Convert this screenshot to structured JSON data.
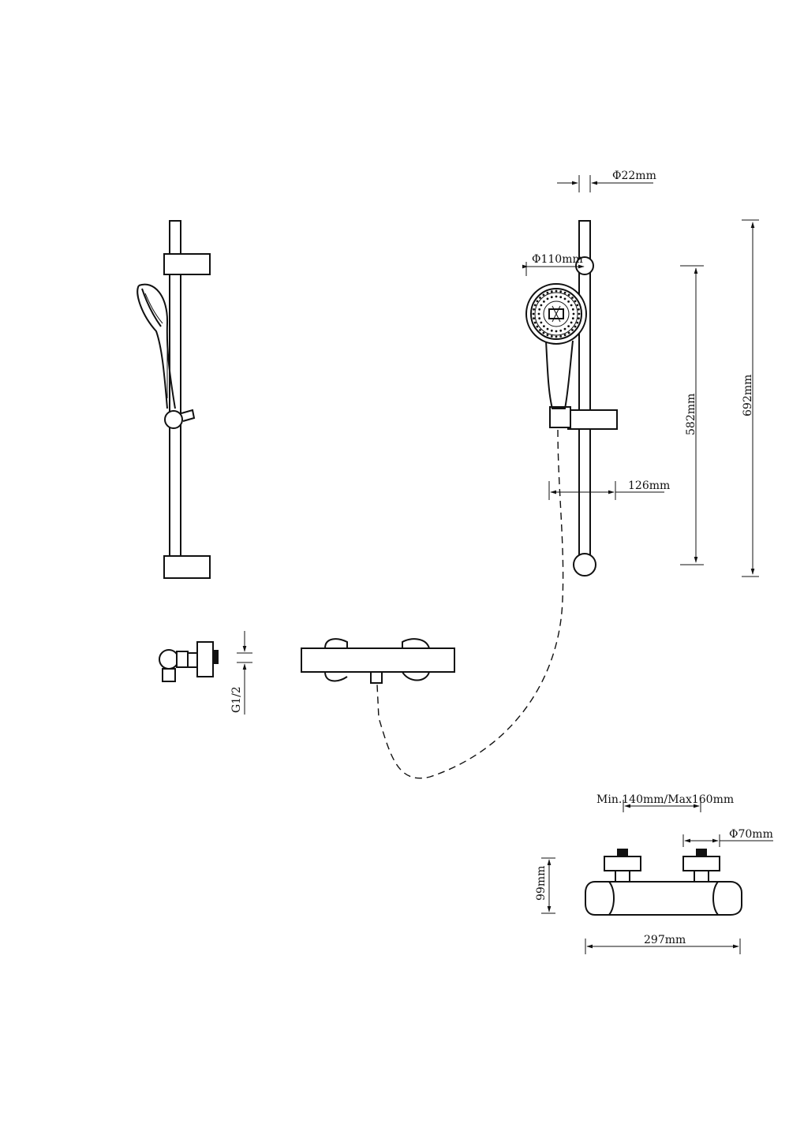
{
  "dimensions": {
    "bar_diameter": "Φ22mm",
    "head_diameter": "Φ110mm",
    "holder_offset": "126mm",
    "bar_height_582": "582mm",
    "bar_height_692": "692mm",
    "inlet_thread": "G1/2",
    "center_distance": "Min.140mm/Max160mm",
    "knob_diameter": "Φ70mm",
    "valve_height": "99mm",
    "valve_width": "297mm"
  }
}
